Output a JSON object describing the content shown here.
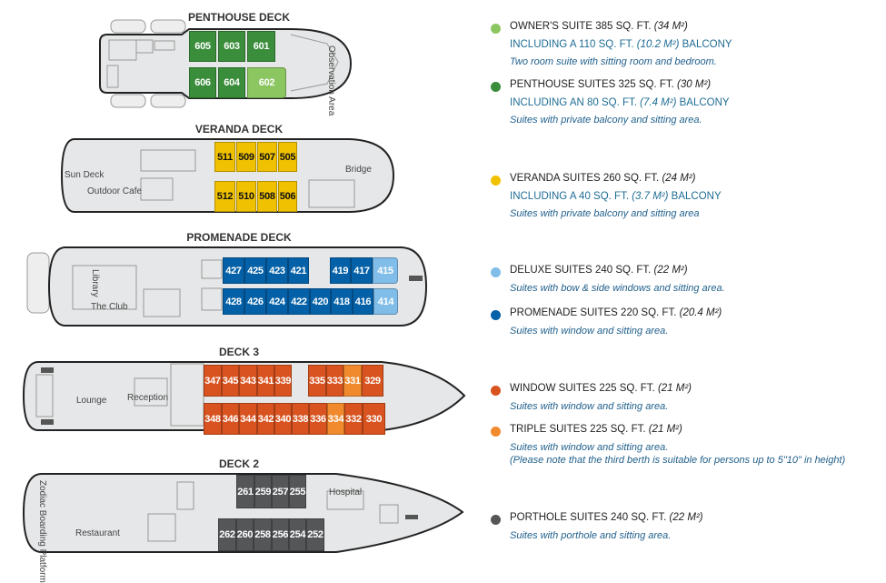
{
  "decks": [
    {
      "name": "PENTHOUSE DECK",
      "labels": [
        "Observation Area"
      ],
      "cabins": [
        {
          "num": "605",
          "type": "penthouse"
        },
        {
          "num": "603",
          "type": "penthouse"
        },
        {
          "num": "601",
          "type": "penthouse"
        },
        {
          "num": "606",
          "type": "penthouse"
        },
        {
          "num": "604",
          "type": "penthouse"
        },
        {
          "num": "602",
          "type": "owner"
        }
      ]
    },
    {
      "name": "VERANDA DECK",
      "labels": [
        "Sun Deck",
        "Outdoor Cafe",
        "Bridge"
      ],
      "cabins": [
        {
          "num": "511",
          "type": "veranda"
        },
        {
          "num": "509",
          "type": "veranda"
        },
        {
          "num": "507",
          "type": "veranda"
        },
        {
          "num": "505",
          "type": "veranda"
        },
        {
          "num": "512",
          "type": "veranda"
        },
        {
          "num": "510",
          "type": "veranda"
        },
        {
          "num": "508",
          "type": "veranda"
        },
        {
          "num": "506",
          "type": "veranda"
        }
      ]
    },
    {
      "name": "PROMENADE DECK",
      "labels": [
        "Library",
        "The Club"
      ],
      "cabins": [
        {
          "num": "427",
          "type": "promenade"
        },
        {
          "num": "425",
          "type": "promenade"
        },
        {
          "num": "423",
          "type": "promenade"
        },
        {
          "num": "421",
          "type": "promenade"
        },
        {
          "num": "419",
          "type": "promenade"
        },
        {
          "num": "417",
          "type": "promenade"
        },
        {
          "num": "415",
          "type": "deluxe"
        },
        {
          "num": "428",
          "type": "promenade"
        },
        {
          "num": "426",
          "type": "promenade"
        },
        {
          "num": "424",
          "type": "promenade"
        },
        {
          "num": "422",
          "type": "promenade"
        },
        {
          "num": "420",
          "type": "promenade"
        },
        {
          "num": "418",
          "type": "promenade"
        },
        {
          "num": "416",
          "type": "promenade"
        },
        {
          "num": "414",
          "type": "deluxe"
        }
      ]
    },
    {
      "name": "DECK 3",
      "labels": [
        "Lounge",
        "Reception"
      ],
      "cabins": [
        {
          "num": "347",
          "type": "window"
        },
        {
          "num": "345",
          "type": "window"
        },
        {
          "num": "343",
          "type": "window"
        },
        {
          "num": "341",
          "type": "window"
        },
        {
          "num": "339",
          "type": "window"
        },
        {
          "num": "335",
          "type": "window"
        },
        {
          "num": "333",
          "type": "window"
        },
        {
          "num": "331",
          "type": "triple"
        },
        {
          "num": "329",
          "type": "window"
        },
        {
          "num": "348",
          "type": "window"
        },
        {
          "num": "346",
          "type": "window"
        },
        {
          "num": "344",
          "type": "window"
        },
        {
          "num": "342",
          "type": "window"
        },
        {
          "num": "340",
          "type": "window"
        },
        {
          "num": "338",
          "type": "window"
        },
        {
          "num": "336",
          "type": "window"
        },
        {
          "num": "334",
          "type": "triple"
        },
        {
          "num": "332",
          "type": "window"
        },
        {
          "num": "330",
          "type": "window"
        }
      ]
    },
    {
      "name": "DECK 2",
      "labels": [
        "Hospital",
        "Zodiac Boarding Platform",
        "Restaurant"
      ],
      "cabins": [
        {
          "num": "261",
          "type": "porthole"
        },
        {
          "num": "259",
          "type": "porthole"
        },
        {
          "num": "257",
          "type": "porthole"
        },
        {
          "num": "255",
          "type": "porthole"
        },
        {
          "num": "262",
          "type": "porthole"
        },
        {
          "num": "260",
          "type": "porthole"
        },
        {
          "num": "258",
          "type": "porthole"
        },
        {
          "num": "256",
          "type": "porthole"
        },
        {
          "num": "254",
          "type": "porthole"
        },
        {
          "num": "252",
          "type": "porthole"
        }
      ]
    }
  ],
  "colors": {
    "owner": "#8cc660",
    "penthouse": "#3a8d3a",
    "veranda": "#efc100",
    "deluxe": "#80bde8",
    "promenade": "#0461a8",
    "window": "#d8531f",
    "triple": "#f18a2d",
    "porthole": "#555658"
  },
  "legend": [
    {
      "type": "owner",
      "title": "OWNER'S SUITE 385 SQ. FT. ",
      "metric": "(34 M²)",
      "balcony_pre": "INCLUDING A 110 SQ. FT. ",
      "balcony_metric": "(10.2 M²)",
      "balcony_post": " BALCONY",
      "desc": "Two room suite with sitting room and bedroom."
    },
    {
      "type": "penthouse",
      "title": "PENTHOUSE SUITES 325 SQ. FT. ",
      "metric": "(30 M²)",
      "balcony_pre": "INCLUDING AN 80 SQ. FT. ",
      "balcony_metric": "(7.4 M²)",
      "balcony_post": " BALCONY",
      "desc": "Suites with private balcony and sitting area."
    },
    {
      "type": "veranda",
      "title": "VERANDA SUITES 260 SQ. FT. ",
      "metric": "(24 M²)",
      "balcony_pre": "INCLUDING A 40 SQ. FT. ",
      "balcony_metric": "(3.7 M²)",
      "balcony_post": " BALCONY",
      "desc": "Suites with private balcony and sitting area"
    },
    {
      "type": "deluxe",
      "title": "DELUXE SUITES 240 SQ. FT. ",
      "metric": "(22 M²)",
      "desc": "Suites with bow & side windows and sitting area."
    },
    {
      "type": "promenade",
      "title": "PROMENADE SUITES 220 SQ. FT. ",
      "metric": "(20.4 M²)",
      "desc": "Suites with window and sitting area."
    },
    {
      "type": "window",
      "title": "WINDOW SUITES 225 SQ. FT. ",
      "metric": "(21 M²)",
      "desc": "Suites with window and sitting area."
    },
    {
      "type": "triple",
      "title": "TRIPLE SUITES 225 SQ. FT. ",
      "metric": "(21 M²)",
      "desc": "Suites with window and sitting area.",
      "note": "(Please note that the third berth is suitable for persons up to 5\"10\" in height)"
    },
    {
      "type": "porthole",
      "title": "PORTHOLE SUITES 240 SQ. FT. ",
      "metric": "(22 M²)",
      "desc": "Suites with porthole and sitting area."
    }
  ]
}
